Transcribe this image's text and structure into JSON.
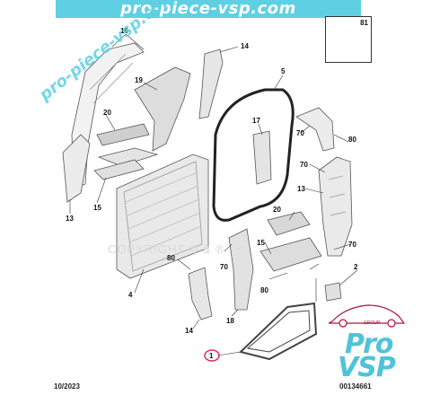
{
  "watermark": {
    "banner": "pro-piece-vsp.com",
    "diagonal": "pro-piece-vsp.com",
    "copyright": "COPYRIGHT © & ®"
  },
  "labels": {
    "p16": "16",
    "p14a": "14",
    "p19": "19",
    "p20a": "20",
    "p15a": "15",
    "p13a": "13",
    "p5": "5",
    "p17": "17",
    "p70a": "70",
    "p80a": "80",
    "p13b": "13",
    "p70b": "70",
    "p20b": "20",
    "p15b": "15",
    "p70c": "70",
    "p80b": "80",
    "p70d": "70",
    "p80c": "80",
    "p2": "2",
    "p4": "4",
    "p14b": "14",
    "p18": "18",
    "p1": "1",
    "p81": "81"
  },
  "footer": {
    "date": "10/2023",
    "ref": "00134661"
  },
  "logo": {
    "pro": "Pro",
    "vsp": "VSP",
    "group": "GROUP"
  },
  "colors": {
    "accent": "#5fd0e3",
    "logo": "#4fc3d9",
    "highlight": "#d0306a",
    "line": "#333333"
  }
}
